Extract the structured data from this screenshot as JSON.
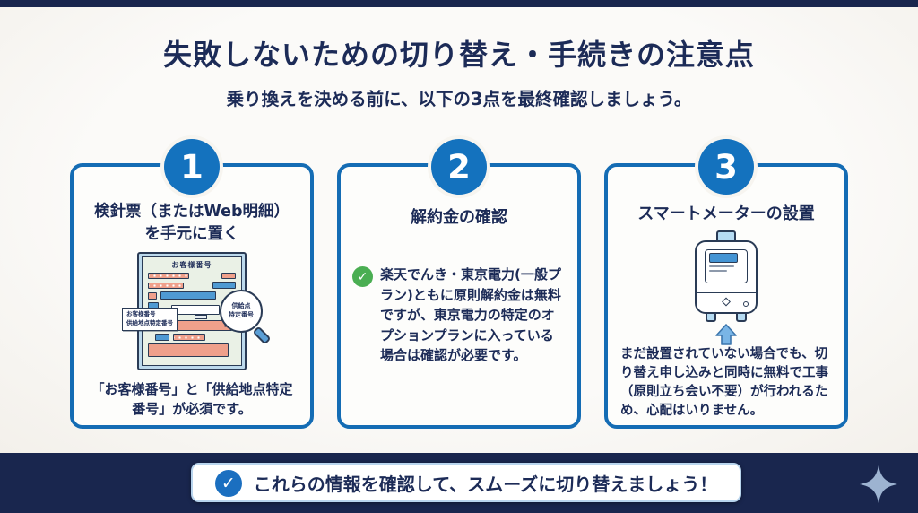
{
  "page": {
    "title": "失敗しないための切り替え・手続きの注意点",
    "subtitle": "乗り換えを決める前に、以下の3点を最終確認しましょう。"
  },
  "cards": [
    {
      "number": "1",
      "title_line1": "検針票（またはWeb明細）",
      "title_line2": "を手元に置く",
      "caption": "「お客様番号」と「供給地点特定番号」が必須です。",
      "illustration": {
        "slip_header": "お客様番号",
        "label_line1": "お客様番号",
        "label_line2": "供給地点特定番号",
        "magnifier_line1": "供給点",
        "magnifier_line2": "特定番号"
      }
    },
    {
      "number": "2",
      "title": "解約金の確認",
      "body": "楽天でんき・東京電力(一般プラン)ともに原則解約金は無料ですが、東京電力の特定のオプションプランに入っている場合は確認が必要です。"
    },
    {
      "number": "3",
      "title": "スマートメーターの設置",
      "body": "まだ設置されていない場合でも、切り替え申し込みと同時に無料で工事（原則立ち会い不要）が行われるため、心配はいりません。"
    }
  ],
  "footer": {
    "banner_text": "これらの情報を確認して、スムーズに切り替えましょう！"
  },
  "icons": {
    "check": "✓"
  },
  "colors": {
    "band_navy": "#19264e",
    "text_navy": "#1c2b57",
    "card_blue": "#146cb4",
    "check_green": "#4aae52",
    "check_blue": "#1b6fc0",
    "slip_salmon": "#efa08b",
    "slip_blue": "#4f9ad3",
    "sparkle_blue": "#9db3d1"
  }
}
